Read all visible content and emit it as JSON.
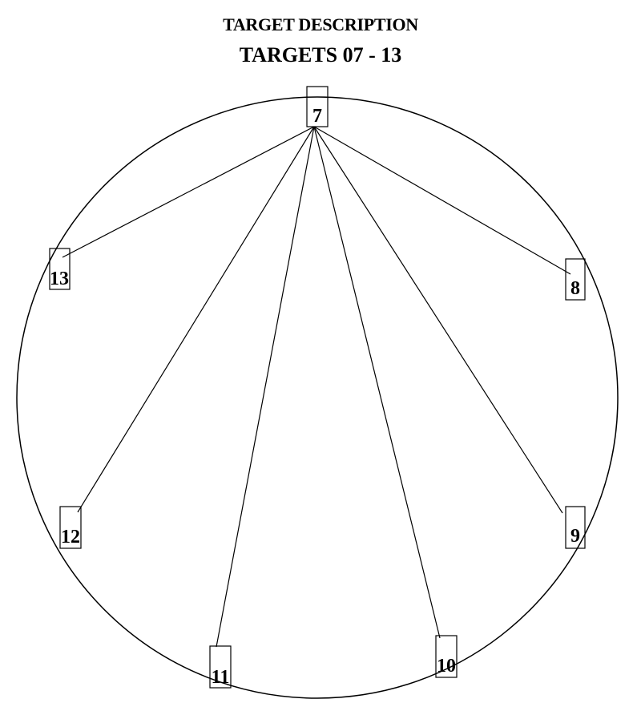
{
  "header": {
    "title": "TARGET DESCRIPTION",
    "subtitle": "TARGETS 07 - 13"
  },
  "diagram": {
    "hub": "7",
    "targets": [
      "8",
      "9",
      "10",
      "11",
      "12",
      "13"
    ],
    "connections": [
      {
        "from": "7",
        "to": "8"
      },
      {
        "from": "7",
        "to": "9"
      },
      {
        "from": "7",
        "to": "10"
      },
      {
        "from": "7",
        "to": "11"
      },
      {
        "from": "7",
        "to": "12"
      },
      {
        "from": "7",
        "to": "13"
      }
    ],
    "colors": {
      "stroke": "#000000",
      "background": "#ffffff"
    }
  }
}
